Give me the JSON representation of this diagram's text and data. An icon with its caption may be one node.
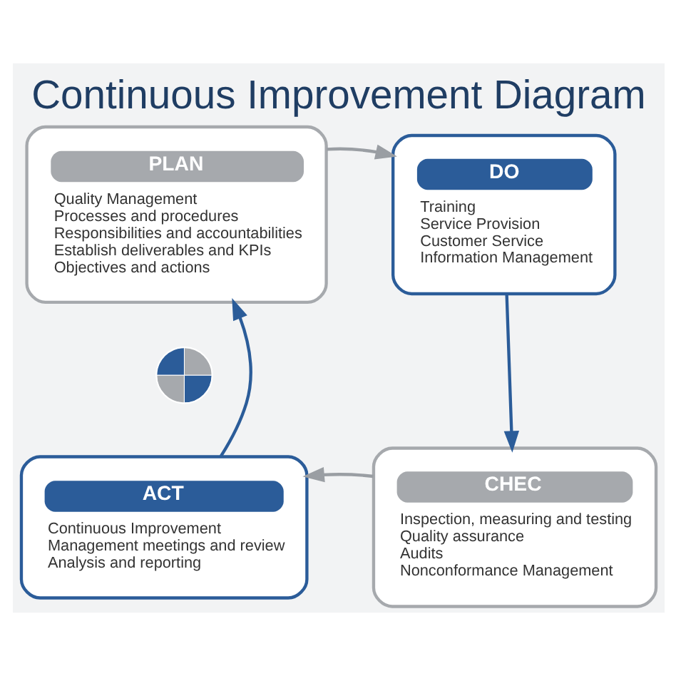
{
  "diagram": {
    "title": "Continuous Improvement Diagram",
    "nodes": [
      {
        "text": [
          "PLAN",
          "Quality Management",
          "Processes and procedures",
          "Responsibilities and accountabilities",
          "Establish deliverables and KPIs",
          "Objectives and actions"
        ]
      },
      {
        "text": [
          "DO",
          "Training",
          "Service Provision",
          "Customer Service",
          "Information Management"
        ]
      },
      {
        "text": [],
        "shape": "circle"
      },
      {
        "text": [
          "ACT",
          "Continuous Improvement",
          "Management meetings and review",
          "Analysis and reporting"
        ]
      },
      {
        "text": [
          "CHEC",
          "Inspection, measuring and testing",
          "Quality assurance",
          "Audits",
          "Nonconformance Management"
        ]
      }
    ],
    "edges": [
      {
        "from": 0,
        "to": 1,
        "arrow": "to",
        "color": "#9a9ea3"
      },
      {
        "from": 1,
        "to": 4,
        "arrow": "to",
        "color": "#2b5c99"
      },
      {
        "from": 4,
        "to": 3,
        "arrow": "to",
        "color": "#9a9ea3"
      },
      {
        "from": 3,
        "to": 0,
        "arrow": "to",
        "color": "#2b5c99"
      }
    ]
  }
}
